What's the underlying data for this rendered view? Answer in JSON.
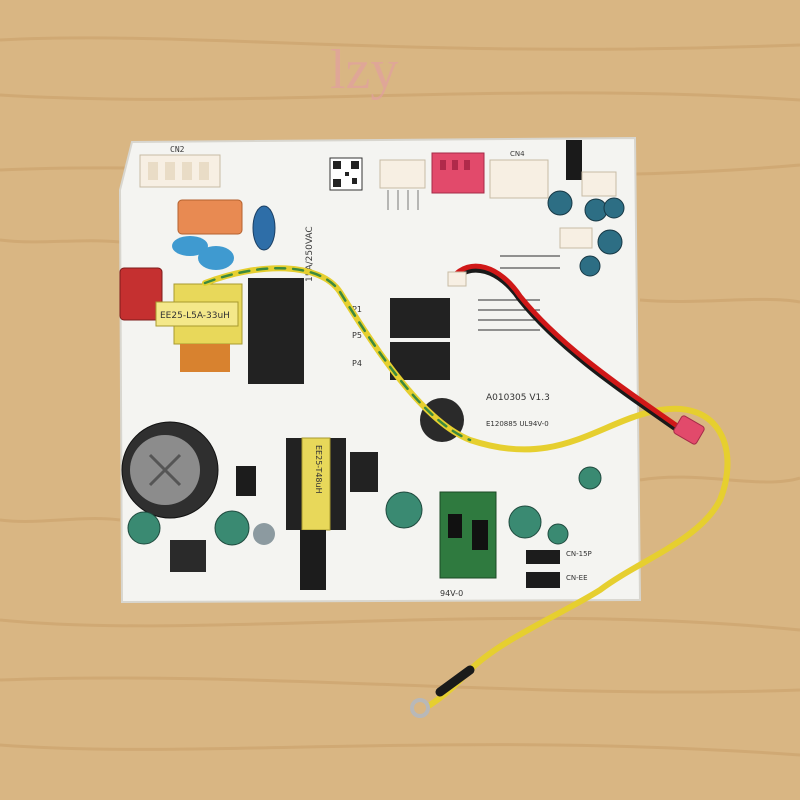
{
  "watermark": {
    "text": "lzy",
    "color": "#e2a0a0"
  },
  "board": {
    "color": "#f4f4f1",
    "silkscreen_color": "#3a3a3a",
    "labels": {
      "cn_top": "CN2",
      "cn_mid": "CN4",
      "trans1": "EE25-L5A-33uH",
      "trans2": "EE25-T48uH",
      "vac": "15A/250VAC",
      "model": "A010305 V1.3",
      "certif": "E120885 UL94V-0",
      "p1": "P1",
      "p5": "P5",
      "p4": "P4",
      "cn_bottom": "CN-15P",
      "cn_bottom2": "CN-EE",
      "rating": "94V-0"
    }
  },
  "colors": {
    "wood": "#d9b683",
    "wood_grain": "#c99f68",
    "wire_yellow": "#e6cf2f",
    "wire_green": "#3d8a3d",
    "wire_red": "#d01818",
    "wire_black": "#1a1a1a",
    "connector_red": "#e24a6b",
    "capacitor_blue": "#3f9ad0",
    "relay_black": "#222222",
    "transformer_yellow": "#e8d85a",
    "heatsink_green": "#2f7a3f"
  }
}
